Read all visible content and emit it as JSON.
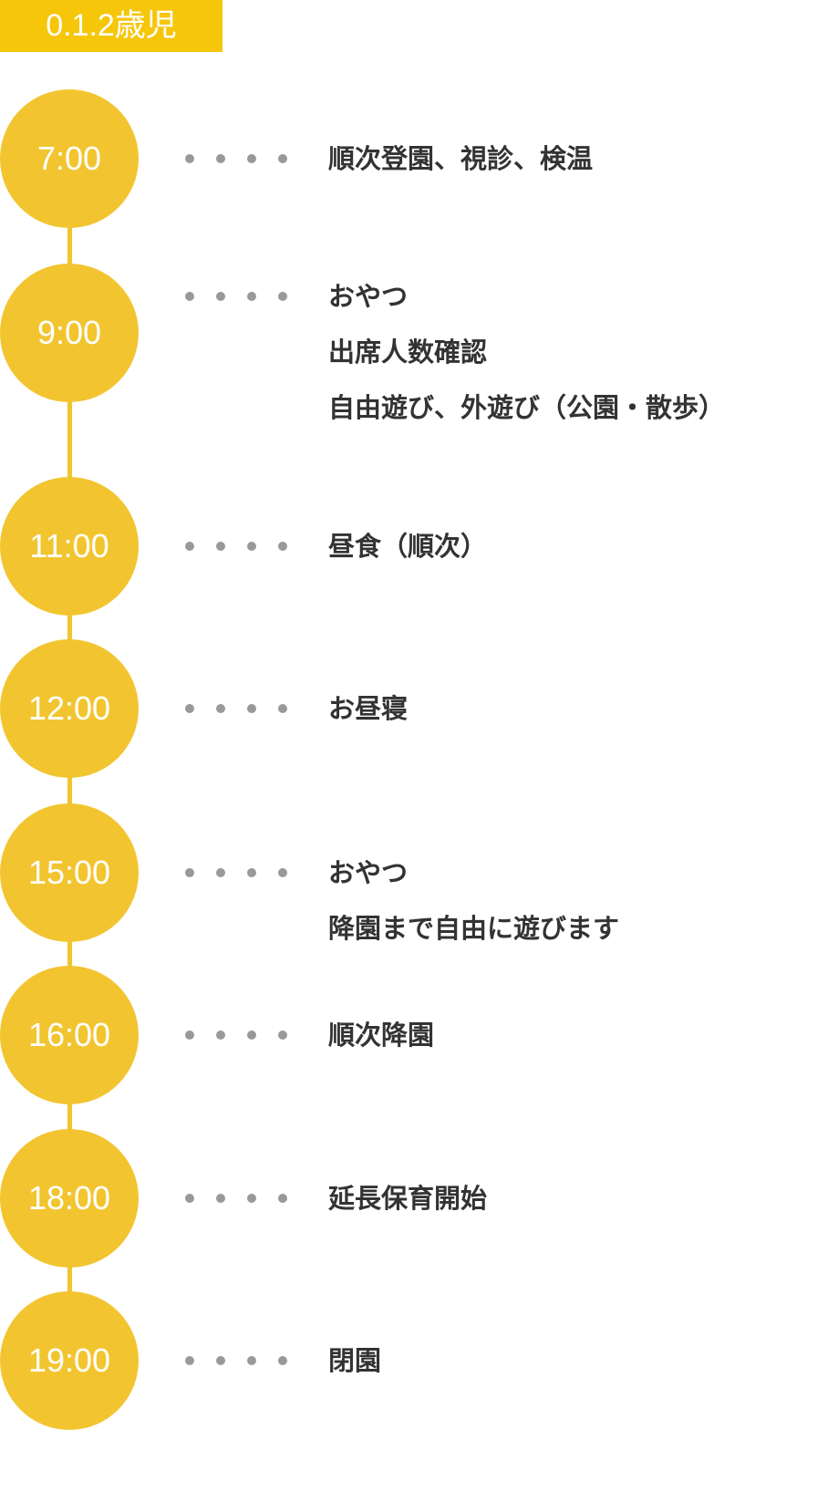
{
  "title": "0.1.2歳児",
  "schedule": [
    {
      "time": "7:00",
      "lines": [
        "順次登園、視診、検温"
      ]
    },
    {
      "time": "9:00",
      "lines": [
        "おやつ",
        "出席人数確認",
        "自由遊び、外遊び（公園・散歩）"
      ]
    },
    {
      "time": "11:00",
      "lines": [
        "昼食（順次）"
      ]
    },
    {
      "time": "12:00",
      "lines": [
        "お昼寝"
      ]
    },
    {
      "time": "15:00",
      "lines": [
        "おやつ",
        "降園まで自由に遊びます"
      ]
    },
    {
      "time": "16:00",
      "lines": [
        "順次降園"
      ]
    },
    {
      "time": "18:00",
      "lines": [
        "延長保育開始"
      ]
    },
    {
      "time": "19:00",
      "lines": [
        "閉園"
      ]
    }
  ]
}
